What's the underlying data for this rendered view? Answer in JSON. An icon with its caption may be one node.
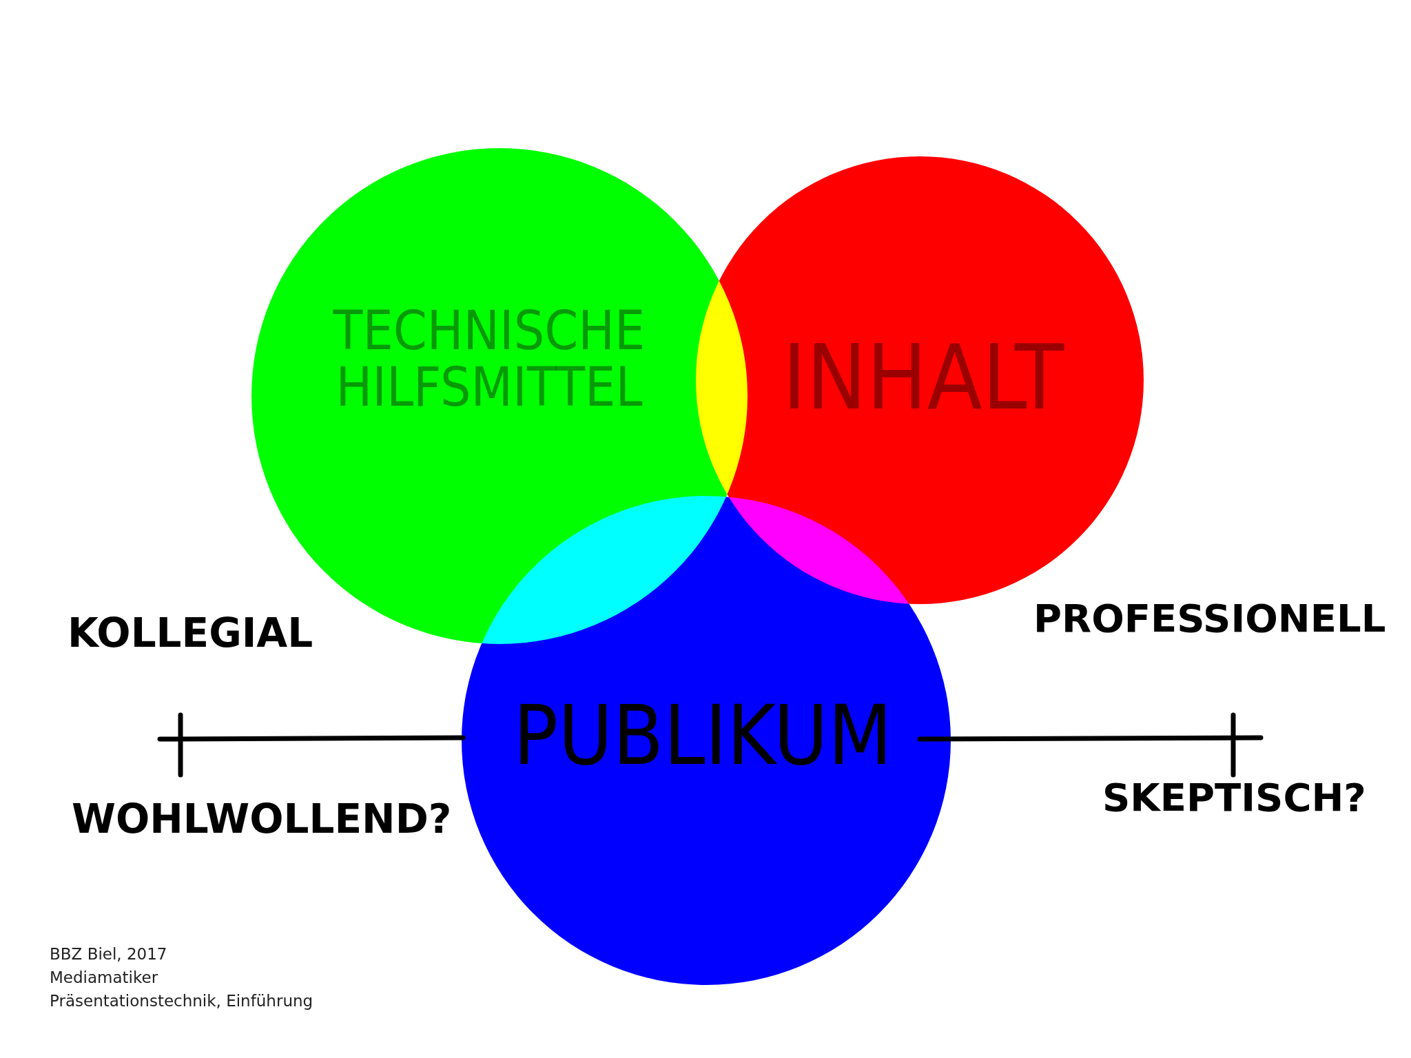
{
  "diagram": {
    "nodes": [
      {
        "text": [
          "TECHNISCHE HILFSMITTEL"
        ]
      },
      {
        "text": [
          "INHALT"
        ]
      },
      {
        "text": [
          "PUBLIKUM"
        ]
      }
    ],
    "labels": [
      "KOLLEGIAL",
      "PROFESSIONELL",
      "WOHLWOLLEND?",
      "SKEPTISCH?",
      "BBZ Biel, 2017",
      "Mediamatiker",
      "Präsentationstechnik, Einführung"
    ]
  }
}
